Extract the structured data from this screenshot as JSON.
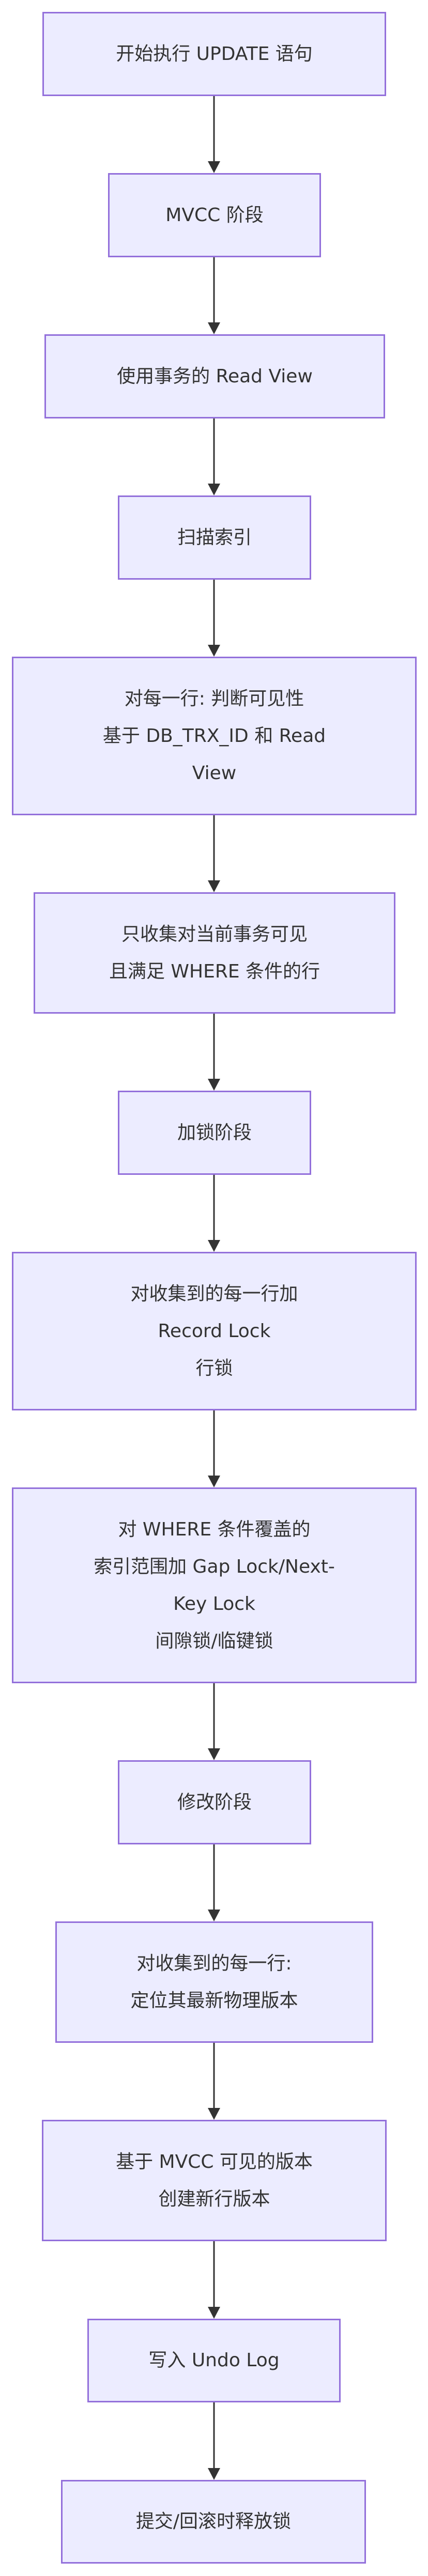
{
  "diagram": {
    "type": "flowchart",
    "direction": "top-down",
    "colors": {
      "node_fill": "#ECECFF",
      "node_border": "#9370DB",
      "text": "#333333",
      "edge": "#333333",
      "background": "#FFFFFF"
    },
    "nodes": [
      {
        "id": "n1",
        "lines": [
          "开始执行 UPDATE 语句"
        ]
      },
      {
        "id": "n2",
        "lines": [
          "MVCC 阶段"
        ]
      },
      {
        "id": "n3",
        "lines": [
          "使用事务的 Read View"
        ]
      },
      {
        "id": "n4",
        "lines": [
          "扫描索引"
        ]
      },
      {
        "id": "n5",
        "lines": [
          "对每一行: 判断可见性",
          "基于 DB_TRX_ID 和 Read",
          "View"
        ]
      },
      {
        "id": "n6",
        "lines": [
          "只收集对当前事务可见",
          "且满足 WHERE 条件的行"
        ]
      },
      {
        "id": "n7",
        "lines": [
          "加锁阶段"
        ]
      },
      {
        "id": "n8",
        "lines": [
          "对收集到的每一行加",
          "Record Lock",
          "行锁"
        ]
      },
      {
        "id": "n9",
        "lines": [
          "对 WHERE 条件覆盖的",
          "索引范围加 Gap Lock/Next-",
          "Key Lock",
          "间隙锁/临键锁"
        ]
      },
      {
        "id": "n10",
        "lines": [
          "修改阶段"
        ]
      },
      {
        "id": "n11",
        "lines": [
          "对收集到的每一行:",
          "定位其最新物理版本"
        ]
      },
      {
        "id": "n12",
        "lines": [
          "基于 MVCC 可见的版本",
          "创建新行版本"
        ]
      },
      {
        "id": "n13",
        "lines": [
          "写入 Undo Log"
        ]
      },
      {
        "id": "n14",
        "lines": [
          "提交/回滚时释放锁"
        ]
      }
    ],
    "edges": [
      {
        "from": "n1",
        "to": "n2"
      },
      {
        "from": "n2",
        "to": "n3"
      },
      {
        "from": "n3",
        "to": "n4"
      },
      {
        "from": "n4",
        "to": "n5"
      },
      {
        "from": "n5",
        "to": "n6"
      },
      {
        "from": "n6",
        "to": "n7"
      },
      {
        "from": "n7",
        "to": "n8"
      },
      {
        "from": "n8",
        "to": "n9"
      },
      {
        "from": "n9",
        "to": "n10"
      },
      {
        "from": "n10",
        "to": "n11"
      },
      {
        "from": "n11",
        "to": "n12"
      },
      {
        "from": "n12",
        "to": "n13"
      },
      {
        "from": "n13",
        "to": "n14"
      }
    ]
  }
}
